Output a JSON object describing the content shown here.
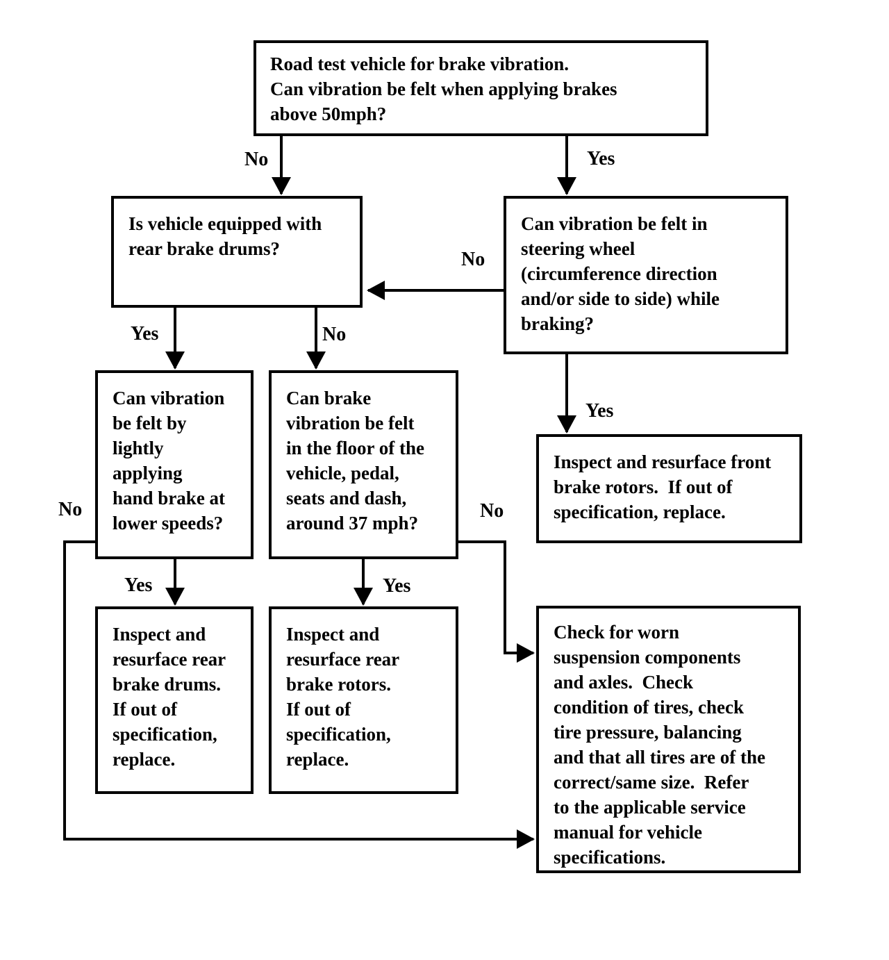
{
  "diagram": {
    "type": "flowchart",
    "topic": "Brake vibration road test diagnosis",
    "colors": {
      "background": "#ffffff",
      "line": "#000000",
      "text": "#000000"
    },
    "nodes": {
      "road_test": {
        "text": "Road test vehicle for brake vibration.\nCan vibration be felt when applying brakes\nabove 50mph?"
      },
      "rear_drums_question": {
        "text": "Is vehicle equipped with\nrear brake drums?"
      },
      "steering_question": {
        "text": "Can vibration be felt in\nsteering wheel\n(circumference direction\nand/or side to side) while\nbraking?"
      },
      "handbrake_question": {
        "text": "Can vibration\nbe felt by\nlightly\napplying\nhand brake at\nlower speeds?"
      },
      "floor_question": {
        "text": "Can brake\nvibration be felt\nin the floor of the\nvehicle, pedal,\nseats and dash,\naround 37 mph?"
      },
      "front_rotors_action": {
        "text": "Inspect and resurface front\nbrake rotors.  If out of\nspecification, replace."
      },
      "rear_drums_action": {
        "text": "Inspect and\nresurface rear\nbrake drums.\nIf out of\nspecification,\nreplace."
      },
      "rear_rotors_action": {
        "text": "Inspect and\nresurface rear\nbrake rotors.\nIf out of\nspecification,\nreplace."
      },
      "suspension_action": {
        "text": "Check for worn\nsuspension components\nand axles.  Check\ncondition of tires, check\ntire pressure, balancing\nand that all tires are of the\ncorrect/same size.  Refer\nto the applicable service\nmanual for vehicle\nspecifications."
      }
    },
    "edge_labels": {
      "root_no": "No",
      "root_yes": "Yes",
      "steering_no": "No",
      "equipped_yes": "Yes",
      "equipped_no": "No",
      "steering_yes": "Yes",
      "handbrake_no": "No",
      "floor_no": "No",
      "handbrake_yes": "Yes",
      "floor_yes": "Yes"
    }
  }
}
